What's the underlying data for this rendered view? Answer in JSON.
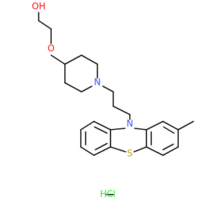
{
  "molecule": {
    "atoms": {
      "hydroxyl": {
        "label": "OH",
        "color": "#ff0d0d"
      },
      "ether_oxygen": {
        "label": "O",
        "color": "#ff0d0d"
      },
      "piperidine_nitrogen": {
        "label": "N",
        "color": "#3050f8"
      },
      "phenothiazine_nitrogen": {
        "label": "N",
        "color": "#3050f8"
      },
      "sulfur": {
        "label": "S",
        "color": "#b8a200"
      }
    },
    "salt": {
      "label": "HCl",
      "color": "#1ff01f",
      "bond_color": "#000000"
    }
  }
}
